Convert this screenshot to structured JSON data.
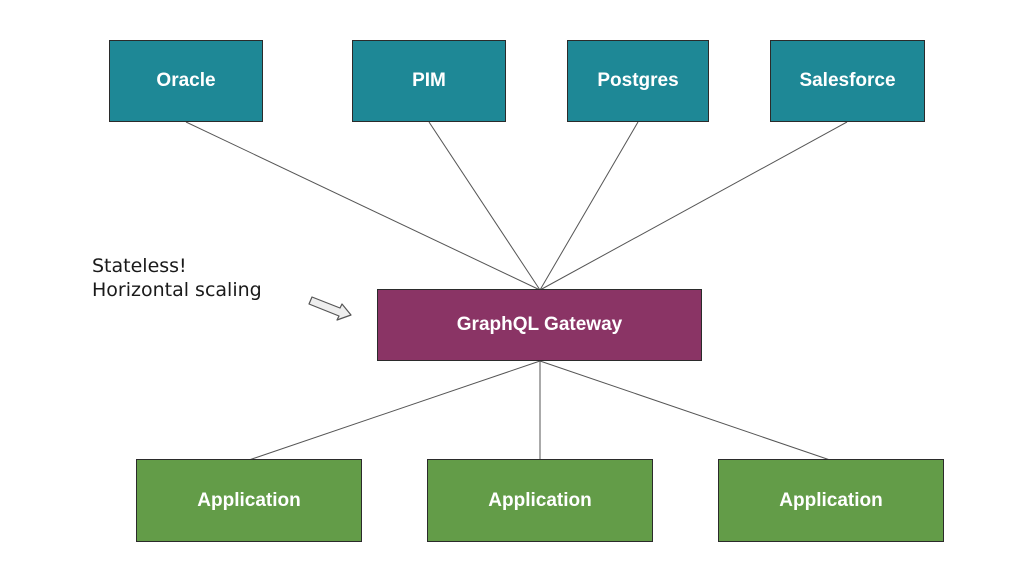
{
  "sources": [
    {
      "label": "Oracle"
    },
    {
      "label": "PIM"
    },
    {
      "label": "Postgres"
    },
    {
      "label": "Salesforce"
    }
  ],
  "gateway": {
    "label": "GraphQL Gateway"
  },
  "applications": [
    {
      "label": "Application"
    },
    {
      "label": "Application"
    },
    {
      "label": "Application"
    }
  ],
  "note": {
    "line1": "Stateless!",
    "line2": "Horizontal scaling"
  },
  "colors": {
    "source": "#1e8896",
    "gateway": "#8a3465",
    "application": "#639c48",
    "connector": "#555555"
  },
  "icons": {
    "note_arrow": "arrow-right-icon"
  }
}
